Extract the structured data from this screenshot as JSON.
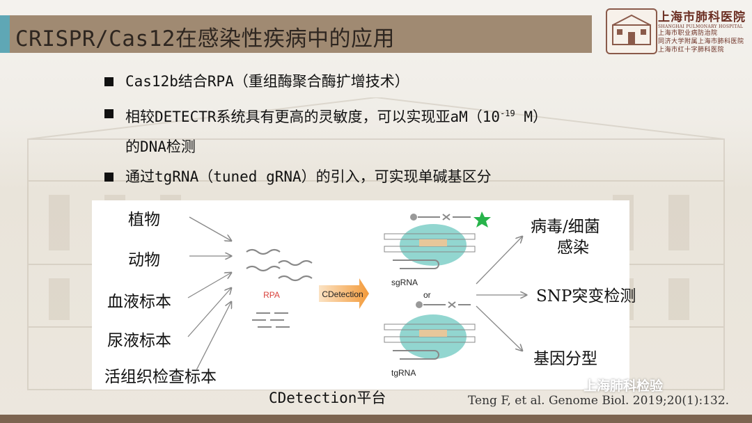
{
  "title": "CRISPR/Cas12在感染性疾病中的应用",
  "hospital": {
    "name_cn": "上海市肺科医院",
    "name_en": "SHANGHAI PULMONARY HOSPITAL",
    "sub_lines": [
      "上海市职业病防治院",
      "同济大学附属上海市肺科医院",
      "上海市红十字肺科医院"
    ]
  },
  "bullets": {
    "b1": "Cas12b结合RPA（重组酶聚合酶扩增技术）",
    "b2_pre": "相较DETECTR系统具有更高的灵敏度，可以实现亚aM（10",
    "b2_sup": "-19",
    "b2_post": " M）",
    "b2_cont": "的DNA检测",
    "b3": "通过tgRNA（tuned gRNA）的引入，可实现单碱基区分"
  },
  "diagram": {
    "sources": [
      "植物",
      "动物",
      "血液标本",
      "尿液标本",
      "活组织检查标本"
    ],
    "rpa_label": "RPA",
    "cdetection_label": "CDetection",
    "sgrna_label": "sgRNA",
    "or_label": "or",
    "tgrna_label": "tgRNA",
    "outputs": [
      "病毒/细菌",
      "感染",
      "SNP突变检测",
      "基因分型"
    ],
    "platform_label": "CDetection平台"
  },
  "citation": "Teng F, et al. Genome Biol. 2019;20(1):132.",
  "watermark": "上海肺科检验",
  "colors": {
    "title_bar": "#a08a72",
    "accent": "#5fa7b5",
    "rpa_red": "#d8403a",
    "green": "#27b34a",
    "teal_blob": "#7fcfc8"
  }
}
